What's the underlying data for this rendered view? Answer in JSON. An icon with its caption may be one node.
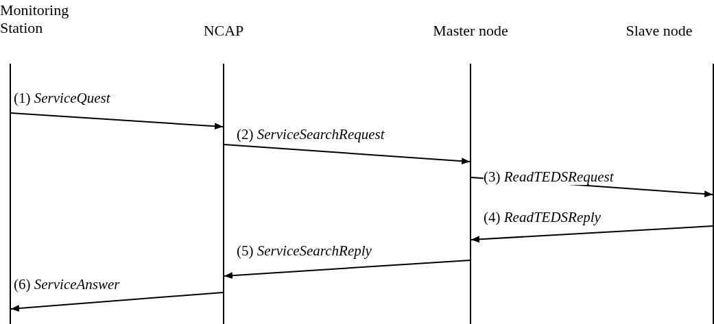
{
  "diagram": {
    "nodes": [
      {
        "text": [
          "Monitoring Station"
        ]
      },
      {
        "text": [
          "NCAP"
        ]
      },
      {
        "text": [
          "Master node"
        ]
      },
      {
        "text": [
          "Slave node"
        ]
      }
    ],
    "edges": [
      {
        "from": 0,
        "to": 1,
        "arrow": "to",
        "label": "(1) *ServiceQuest*"
      },
      {
        "from": 1,
        "to": 2,
        "arrow": "to",
        "label": "(2) *ServiceSearchRequest*"
      },
      {
        "from": 2,
        "to": 3,
        "arrow": "to",
        "label": "(3) *ReadTEDSRequest*"
      },
      {
        "from": 3,
        "to": 2,
        "arrow": "to",
        "label": "(4) *ReadTEDSReply*"
      },
      {
        "from": 2,
        "to": 1,
        "arrow": "to",
        "label": "(5) *ServiceSearchReply*"
      },
      {
        "from": 1,
        "to": 0,
        "arrow": "to",
        "label": "(6) *ServiceAnswer*"
      }
    ]
  }
}
